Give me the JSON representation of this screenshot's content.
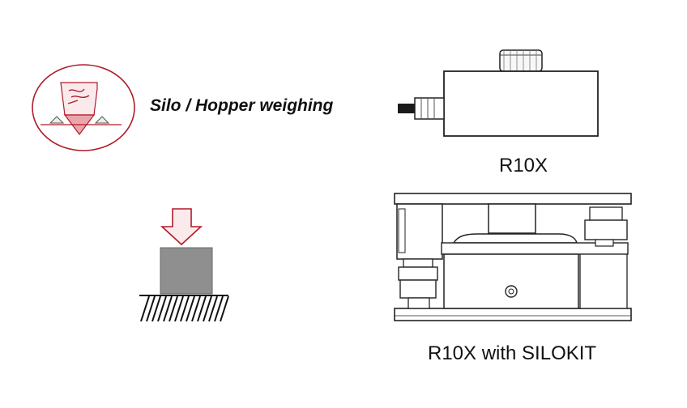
{
  "application_label": "Silo / Hopper weighing",
  "products": [
    {
      "label": "R10X"
    },
    {
      "label": "R10X with SILOKIT"
    }
  ],
  "icons": {
    "application": "silo-hopper-icon",
    "load_cell": "r10x-load-cell-icon",
    "silokit": "r10x-silokit-mount-icon",
    "load_direction": "downward-arrow-icon",
    "block": "compression-block-icon",
    "ground": "hatched-ground-icon"
  },
  "colors": {
    "accent_red": "#b11b2a",
    "line": "#222222",
    "block_fill": "#8f8f8f"
  }
}
